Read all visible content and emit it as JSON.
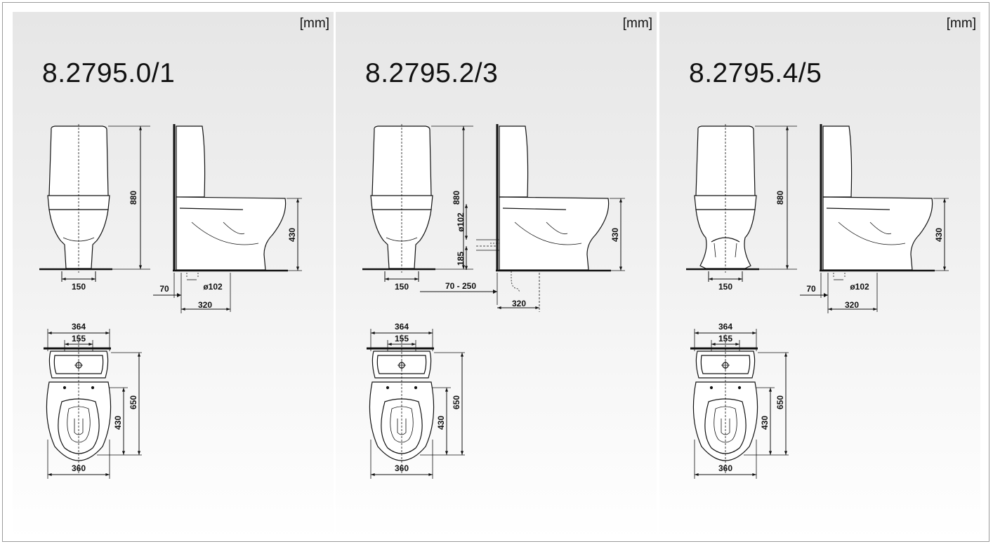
{
  "unit_label": "[mm]",
  "panels": [
    {
      "model": "8.2795.0/1",
      "variant": "a",
      "dims": {
        "height": "880",
        "seat_height": "430",
        "foot_width": "150",
        "wall_offset": "70",
        "outlet_diameter": "ø102",
        "outlet_distance": "320",
        "top_width": "364",
        "bolt_spacing": "155",
        "depth_total": "650",
        "depth_seat": "430",
        "bowl_width": "360"
      }
    },
    {
      "model": "8.2795.2/3",
      "variant": "b",
      "dims": {
        "height": "880",
        "seat_height": "430",
        "foot_width": "150",
        "pipe_diameter": "ø102",
        "pipe_height": "185",
        "wall_offset_range": "70 - 250",
        "outlet_distance": "320",
        "top_width": "364",
        "bolt_spacing": "155",
        "depth_total": "650",
        "depth_seat": "430",
        "bowl_width": "360"
      }
    },
    {
      "model": "8.2795.4/5",
      "variant": "c",
      "dims": {
        "height": "880",
        "seat_height": "430",
        "foot_width": "150",
        "wall_offset": "70",
        "outlet_diameter": "ø102",
        "outlet_distance": "320",
        "top_width": "364",
        "bolt_spacing": "155",
        "depth_total": "650",
        "depth_seat": "430",
        "bowl_width": "360"
      }
    }
  ]
}
